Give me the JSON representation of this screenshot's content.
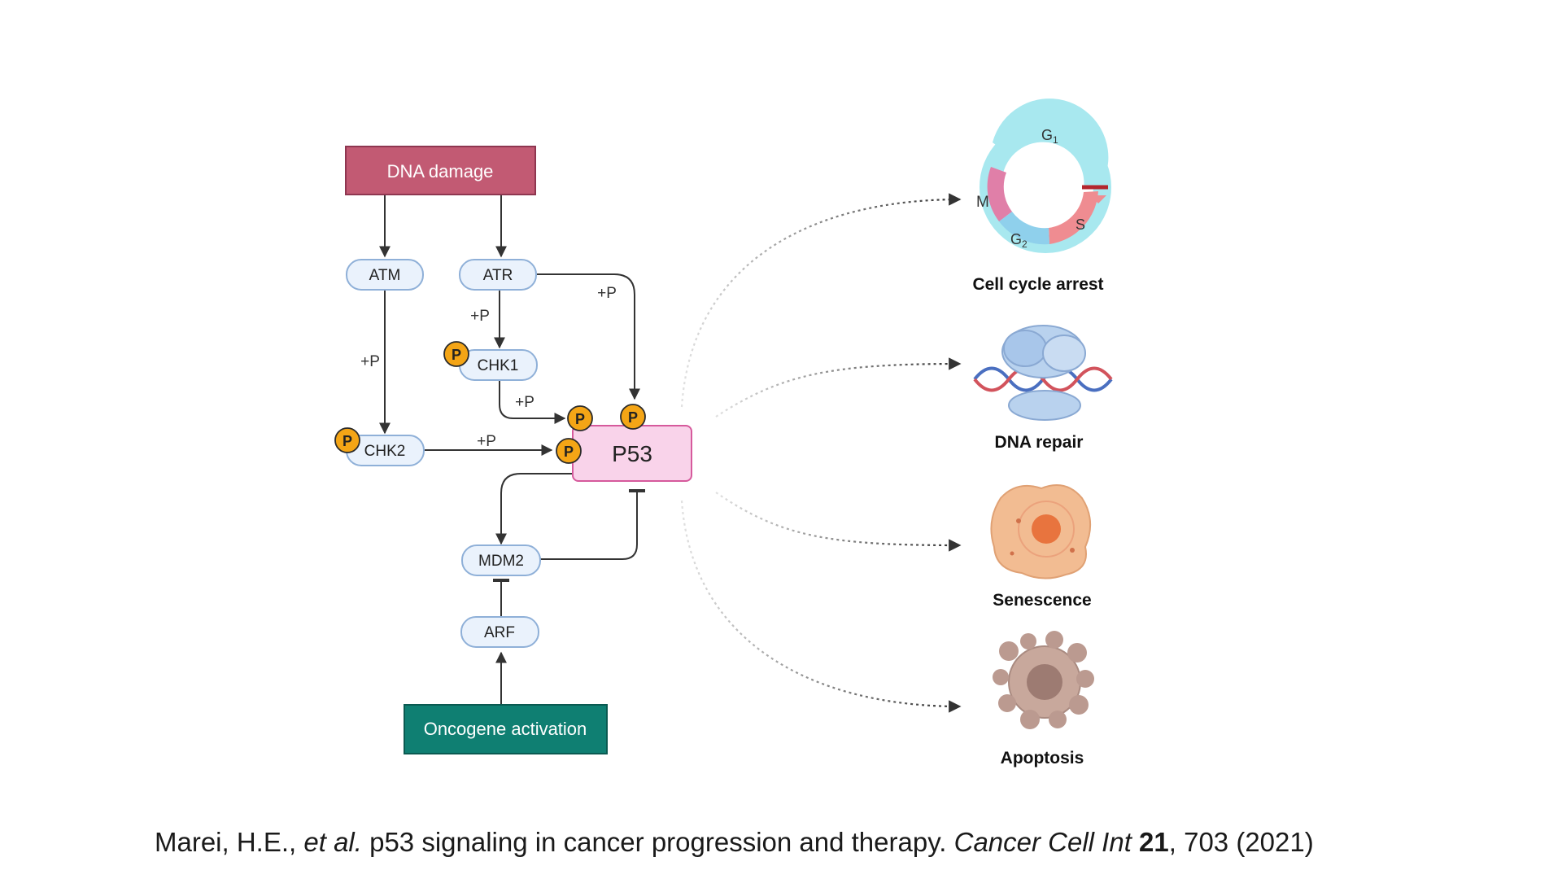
{
  "diagram": {
    "nodes": {
      "dna_damage": "DNA damage",
      "atm": "ATM",
      "atr": "ATR",
      "chk1": "CHK1",
      "chk2": "CHK2",
      "p53": "P53",
      "mdm2": "MDM2",
      "arf": "ARF",
      "oncogene": "Oncogene activation"
    },
    "phospho_badge": "P",
    "phospho_label": "+P",
    "cell_cycle_phases": {
      "g1_letter": "G",
      "g1_sub": "1",
      "s": "S",
      "g2_letter": "G",
      "g2_sub": "2",
      "m": "M"
    },
    "outcomes": {
      "cell_cycle_arrest": "Cell cycle arrest",
      "dna_repair": "DNA repair",
      "senescence": "Senescence",
      "apoptosis": "Apoptosis"
    },
    "colors": {
      "dna_damage": "#c25a73",
      "oncogene": "#0f7f72",
      "protein_fill": "#eaf2fc",
      "protein_stroke": "#8fb0d8",
      "p53_fill": "#f9d3ea",
      "p53_stroke": "#d65a9c",
      "phospho": "#f4a516",
      "g1": "#a8e8ef",
      "s": "#ef8c91",
      "g2": "#8fd0ec",
      "m": "#e07fa8"
    }
  },
  "citation": {
    "authors": "Marei, H.E., ",
    "et_al": "et al.",
    "title": " p53 signaling in cancer progression and therapy. ",
    "journal": "Cancer Cell Int",
    "volume": "21",
    "rest": ", 703 (2021)"
  }
}
